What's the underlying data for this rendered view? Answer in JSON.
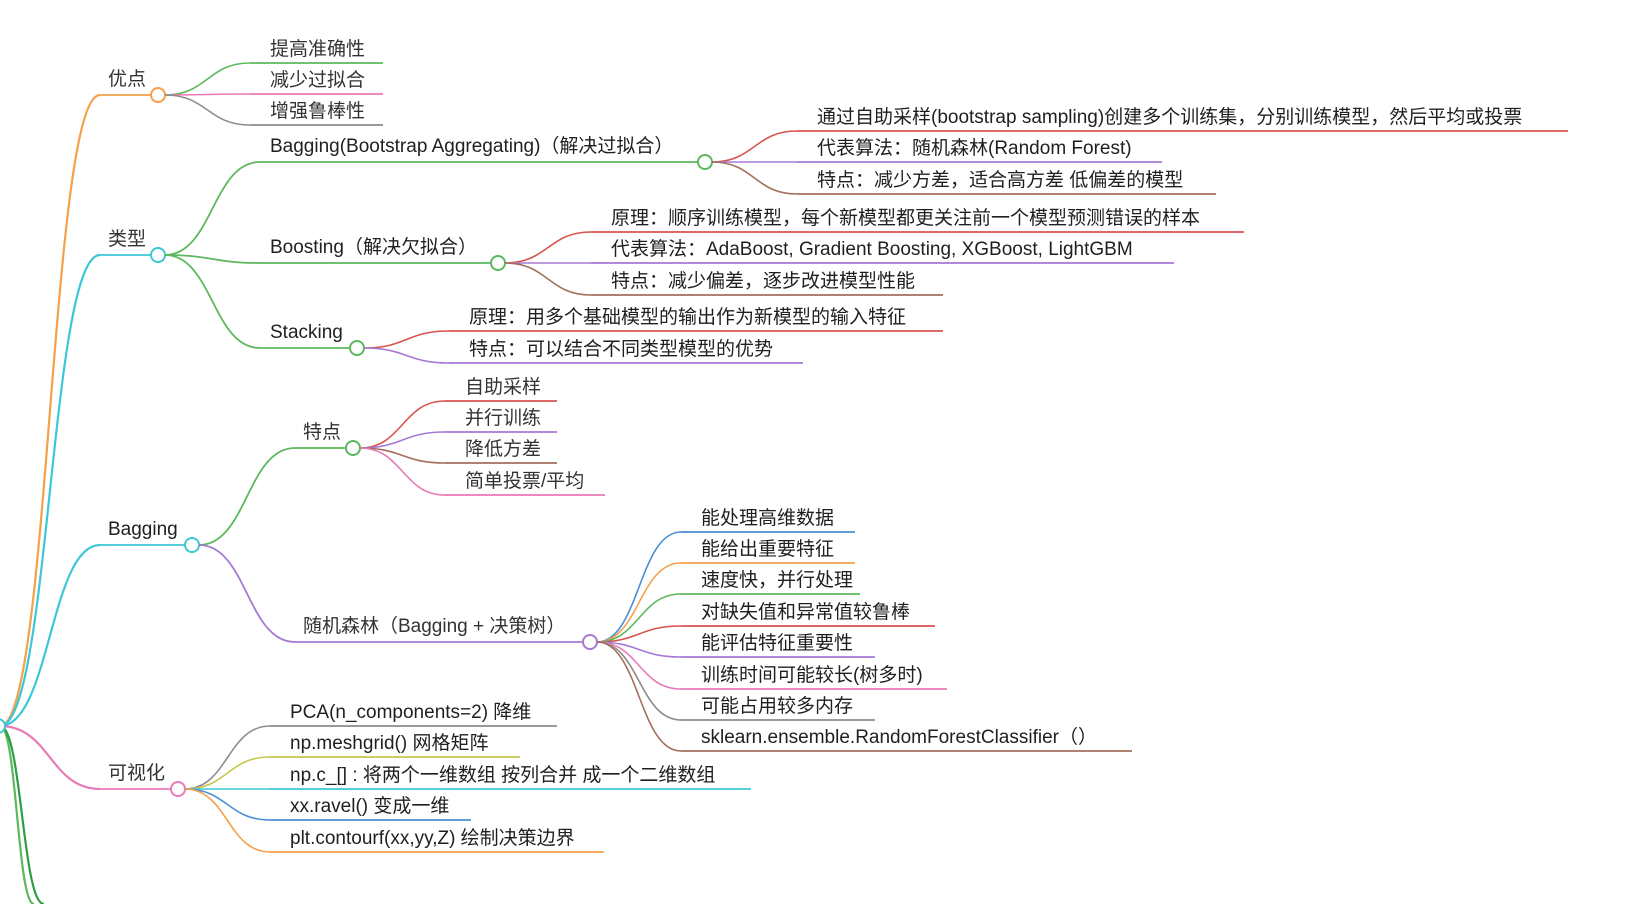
{
  "colors": {
    "orange": "#f5a04a",
    "cyan": "#3cc7d8",
    "green": "#5cb85c",
    "pink": "#e87ab8",
    "gray": "#8c8c8c",
    "red": "#d9534f",
    "purple": "#a57ad4",
    "brown": "#a36f5c",
    "blue": "#4a8fd4",
    "olive": "#c6c74a",
    "darkgreen": "#2e9e44"
  },
  "mindmap": {
    "branches": [
      {
        "label": "优点",
        "items": [
          "提高准确性",
          "减少过拟合",
          "增强鲁棒性"
        ]
      },
      {
        "label": "类型",
        "children": [
          {
            "label": "Bagging(Bootstrap Aggregating)（解决过拟合）",
            "items": [
              "通过自助采样(bootstrap sampling)创建多个训练集，分别训练模型，然后平均或投票",
              "代表算法：随机森林(Random Forest)",
              "特点：减少方差，适合高方差 低偏差的模型"
            ]
          },
          {
            "label": "Boosting（解决欠拟合）",
            "items": [
              "原理：顺序训练模型，每个新模型都更关注前一个模型预测错误的样本",
              "代表算法：AdaBoost, Gradient Boosting, XGBoost, LightGBM",
              "特点：减少偏差，逐步改进模型性能"
            ]
          },
          {
            "label": "Stacking",
            "items": [
              "原理：用多个基础模型的输出作为新模型的输入特征",
              "特点：可以结合不同类型模型的优势"
            ]
          }
        ]
      },
      {
        "label": "Bagging",
        "children": [
          {
            "label": "特点",
            "items": [
              "自助采样",
              "并行训练",
              "降低方差",
              "简单投票/平均"
            ]
          },
          {
            "label": "随机森林（Bagging + 决策树）",
            "items": [
              "能处理高维数据",
              "能给出重要特征",
              "速度快，并行处理",
              "对缺失值和异常值较鲁棒",
              "能评估特征重要性",
              "训练时间可能较长(树多时)",
              "可能占用较多内存",
              "sklearn.ensemble.RandomForestClassifier（）"
            ]
          }
        ]
      },
      {
        "label": "可视化",
        "items": [
          "PCA(n_components=2) 降维",
          "np.meshgrid()  网格矩阵",
          "np.c_[] : 将两个一维数组 按列合并 成一个二维数组",
          "xx.ravel() 变成一维",
          "plt.contourf(xx,yy,Z) 绘制决策边界"
        ]
      }
    ]
  }
}
